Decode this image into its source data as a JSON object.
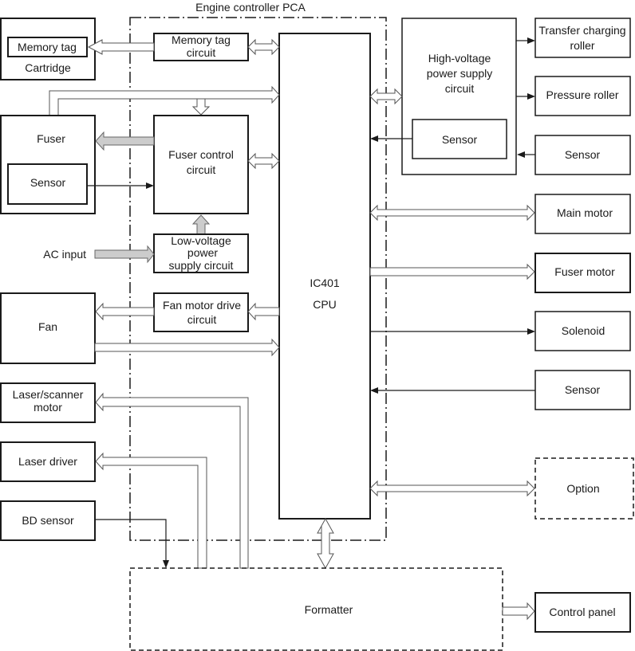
{
  "diagram": {
    "pca_label": "Engine controller PCA",
    "cpu": {
      "line1": "IC401",
      "line2": "CPU"
    },
    "blocks": {
      "memory_tag": "Memory tag",
      "cartridge": "Cartridge",
      "memory_tag_circuit": [
        "Memory tag",
        "circuit"
      ],
      "fuser": "Fuser",
      "fuser_sensor": "Sensor",
      "fuser_control": [
        "Fuser control",
        "circuit"
      ],
      "ac_input": "AC input",
      "low_voltage": [
        "Low-voltage",
        "power",
        "supply circuit"
      ],
      "fan": "Fan",
      "fan_motor_drive": [
        "Fan motor drive",
        "circuit"
      ],
      "laser_scanner": [
        "Laser/scanner",
        "motor"
      ],
      "laser_driver": "Laser driver",
      "bd_sensor": "BD sensor",
      "high_voltage": [
        "High-voltage",
        "power supply",
        "circuit"
      ],
      "hv_sensor": "Sensor",
      "transfer_roller": [
        "Transfer charging",
        "roller"
      ],
      "pressure_roller": "Pressure roller",
      "sensor_right_1": "Sensor",
      "main_motor": "Main motor",
      "fuser_motor": "Fuser motor",
      "solenoid": "Solenoid",
      "sensor_right_2": "Sensor",
      "option": "Option",
      "formatter": "Formatter",
      "control_panel": "Control panel"
    }
  }
}
